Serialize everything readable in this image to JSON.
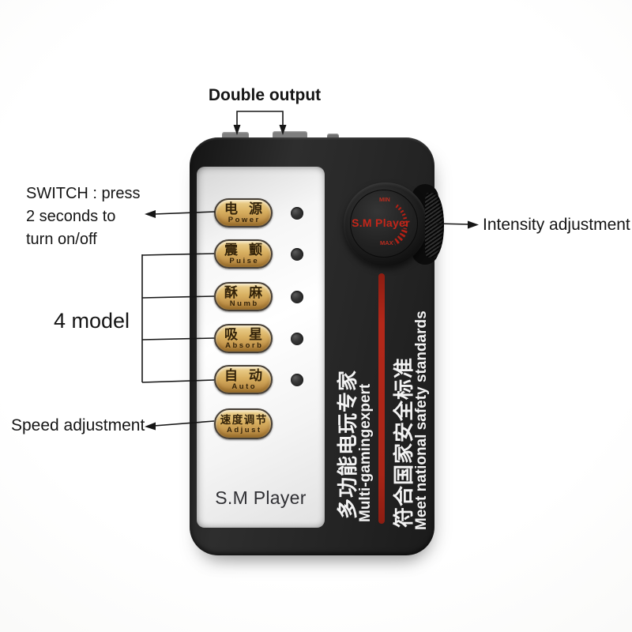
{
  "annotations": {
    "double_output": "Double output",
    "switch": {
      "line1": "SWITCH : press",
      "line2": "2 seconds to",
      "line3": "turn on/off"
    },
    "four_model": "4 model",
    "speed": "Speed adjustment",
    "intensity": "Intensity adjustment"
  },
  "device": {
    "brand": "S.M Player",
    "buttons": [
      {
        "cn": "电源",
        "en": "Power"
      },
      {
        "cn": "震颤",
        "en": "Puise"
      },
      {
        "cn": "酥麻",
        "en": "Numb"
      },
      {
        "cn": "吸星",
        "en": "Absorb"
      },
      {
        "cn": "自动",
        "en": "Auto"
      },
      {
        "cn": "速度调节",
        "en": "Adjust"
      }
    ],
    "led_count": 5,
    "knob": {
      "label": "S.M Player",
      "min": "MIN",
      "max": "MAX"
    },
    "side_text": {
      "col1_cn": "多功能电玩专家",
      "col1_en": "Multi-gamingexpert",
      "col2_cn": "符合国家安全标准",
      "col2_en": "Meet national safety standards"
    },
    "colors": {
      "body": "#242424",
      "panel_silver": "#f2f2f2",
      "button_gold": "#d2a85c",
      "red_stripe": "#a82517",
      "knob_text_red": "#c3261a",
      "annotation_text": "#151515"
    }
  }
}
